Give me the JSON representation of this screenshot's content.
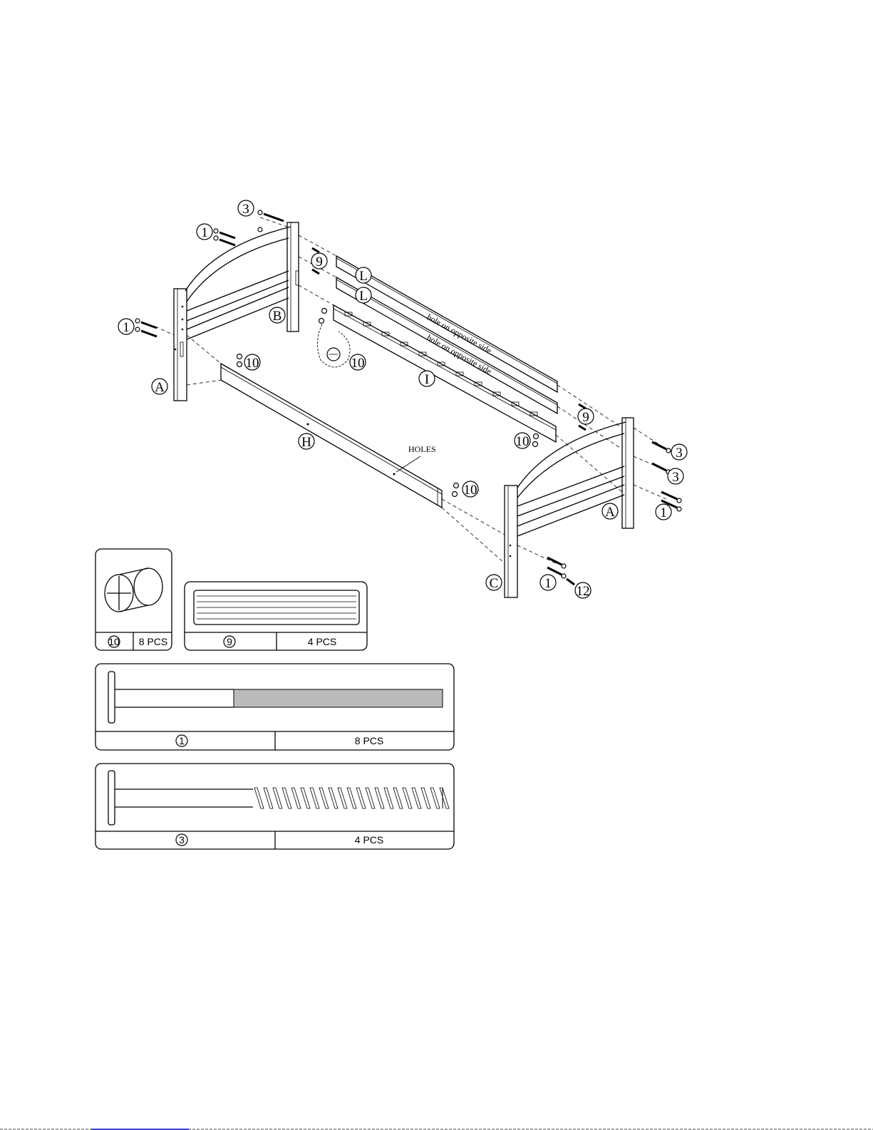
{
  "callouts": {
    "part_A": "A",
    "part_B": "B",
    "part_C": "C",
    "part_H": "H",
    "part_I": "I",
    "part_L": "L",
    "hw_1": "1",
    "hw_3": "3",
    "hw_9": "9",
    "hw_10": "10",
    "hw_12": "12"
  },
  "notes": {
    "holes": "HOLES",
    "hole_opposite": "hole on  opposite side"
  },
  "hardware": [
    {
      "id": "10",
      "qty": "8 PCS"
    },
    {
      "id": "9",
      "qty": "4 PCS"
    },
    {
      "id": "1",
      "qty": "8 PCS"
    },
    {
      "id": "3",
      "qty": "4 PCS"
    }
  ]
}
